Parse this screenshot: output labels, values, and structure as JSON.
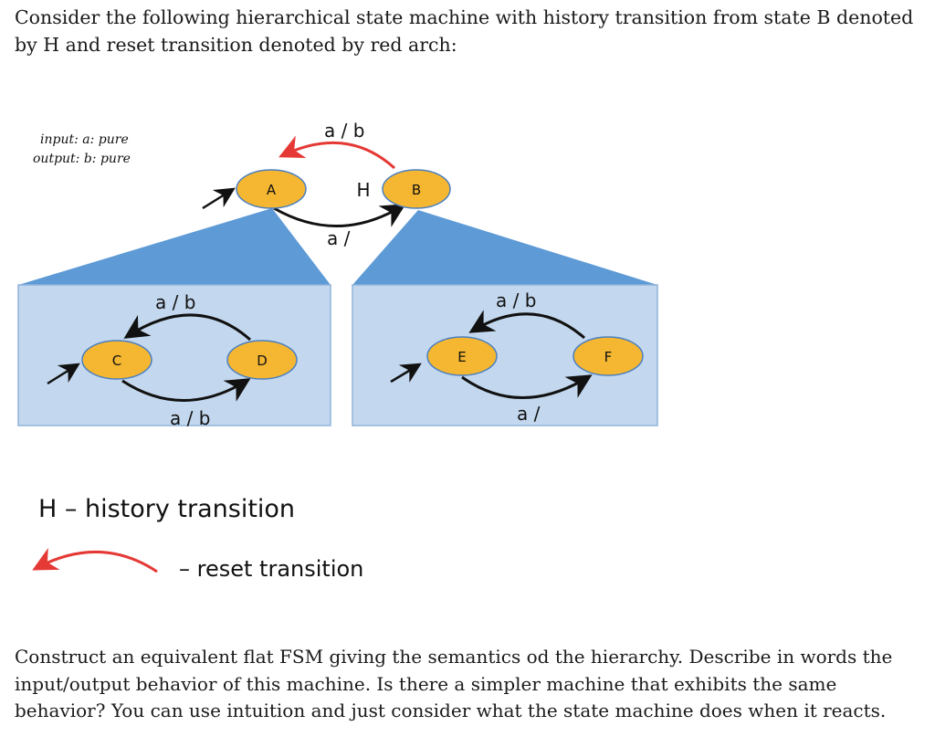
{
  "intro_text": "Consider the following hierarchical state machine with history transition from state B denoted by H and reset transition denoted by red arch:",
  "diagram": {
    "io": {
      "input": "input: a: pure",
      "output": "output:  b: pure"
    },
    "top_level": {
      "states": [
        "A",
        "B"
      ],
      "history_marker": "H",
      "transitions": [
        {
          "from": "B",
          "to": "A",
          "label": "a / b",
          "kind": "reset"
        },
        {
          "from": "A",
          "to": "B",
          "label": "a /",
          "kind": "history"
        }
      ]
    },
    "refinement_A": {
      "states": [
        "C",
        "D"
      ],
      "transitions": [
        {
          "from": "D",
          "to": "C",
          "label": "a / b"
        },
        {
          "from": "C",
          "to": "D",
          "label": "a / b"
        }
      ]
    },
    "refinement_B": {
      "states": [
        "E",
        "F"
      ],
      "transitions": [
        {
          "from": "F",
          "to": "E",
          "label": "a / b"
        },
        {
          "from": "E",
          "to": "F",
          "label": "a /"
        }
      ]
    },
    "legend": {
      "history": "H – history transition",
      "reset": "– reset transition"
    },
    "colors": {
      "state_fill": "#f5b731",
      "state_stroke": "#4a7fc1",
      "panel_fill": "#c3d8ee",
      "panel_stroke": "#8fb3d9",
      "triangle_fill": "#5d9ad6",
      "reset_arc": "#e53935",
      "arrow": "#111111"
    }
  },
  "outro_text": "Construct an equivalent flat FSM giving the semantics od the hierarchy. Describe in words the input/output behavior of this machine. Is there a simpler machine that exhibits the same behavior? You can use intuition and just consider what the state machine does when it reacts."
}
